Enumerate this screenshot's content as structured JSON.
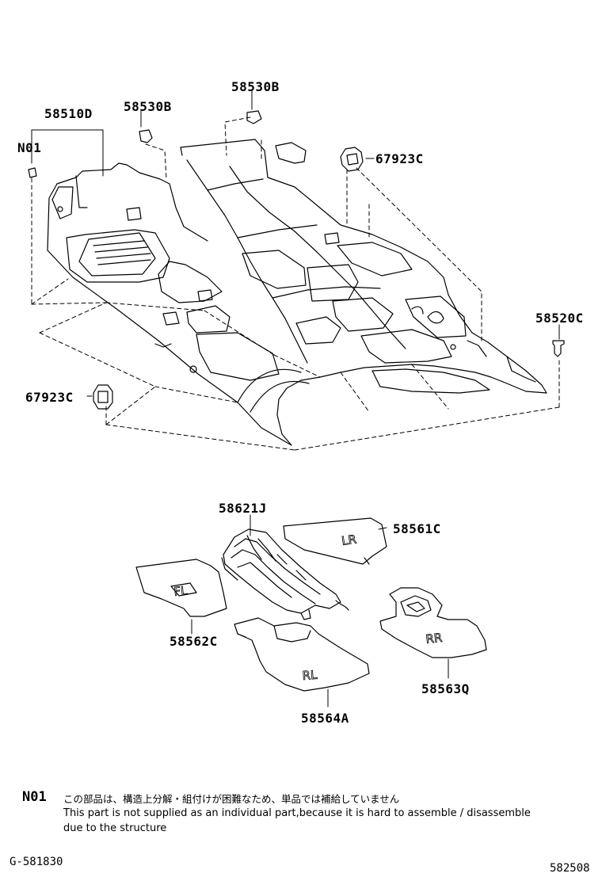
{
  "part_labels": {
    "p58510D": "58510D",
    "p58530B_left": "58530B",
    "p58530B_top": "58530B",
    "pN01": "N01",
    "p67923C_right": "67923C",
    "p58520C": "58520C",
    "p67923C_left": "67923C",
    "p58621J": "58621J",
    "p58561C": "58561C",
    "p58562C": "58562C",
    "p58564A": "58564A",
    "p58563Q": "58563Q"
  },
  "mat_markings": {
    "lr": "LR",
    "fl": "FL",
    "rl": "RL",
    "rr": "RR"
  },
  "note": {
    "code": "N01",
    "line_jp": "この部品は、構造上分解・組付けが困難なため、単品では補給していません",
    "line_en1": "This part is not supplied as an individual part,because it is hard to assemble / disassemble",
    "line_en2": "due to the structure"
  },
  "footer": {
    "left_code": "G-581830",
    "right_code": "582508"
  }
}
